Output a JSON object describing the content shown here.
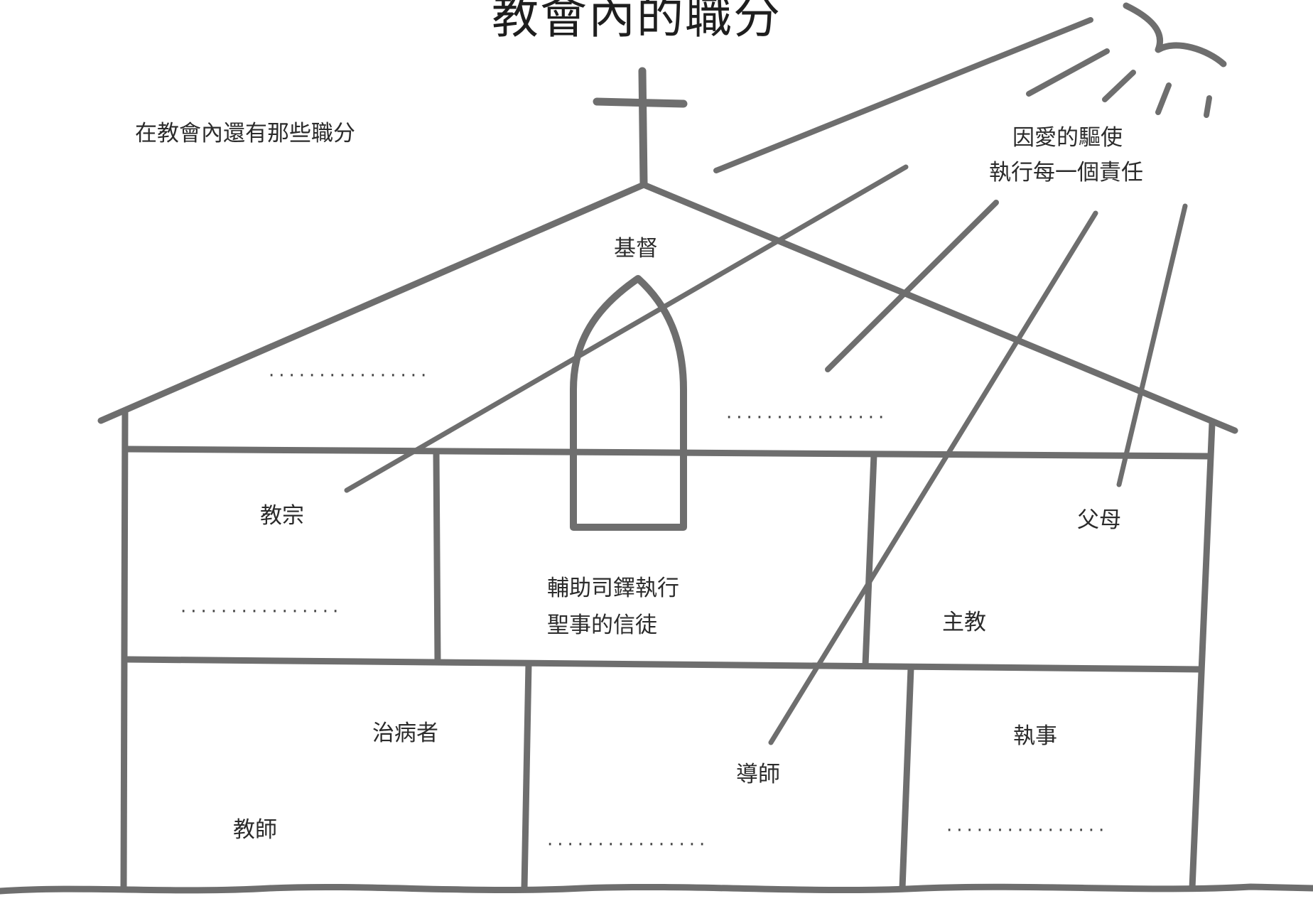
{
  "title": "教會內的職分",
  "subtitle": "在教會內還有那些職分",
  "sun_caption": [
    "因愛的驅使",
    "執行每一個責任"
  ],
  "roles": {
    "christ": "基督",
    "pope": "教宗",
    "parents": "父母",
    "eucharist_helper": [
      "輔助司鐸執行",
      "聖事的信徒"
    ],
    "bishop": "主教",
    "healer": "治病者",
    "teacher": "教師",
    "mentor": "導師",
    "deacon": "執事"
  },
  "blank": "················",
  "colors": {
    "line": "#6e6e6e",
    "text": "#2b2b2b"
  }
}
